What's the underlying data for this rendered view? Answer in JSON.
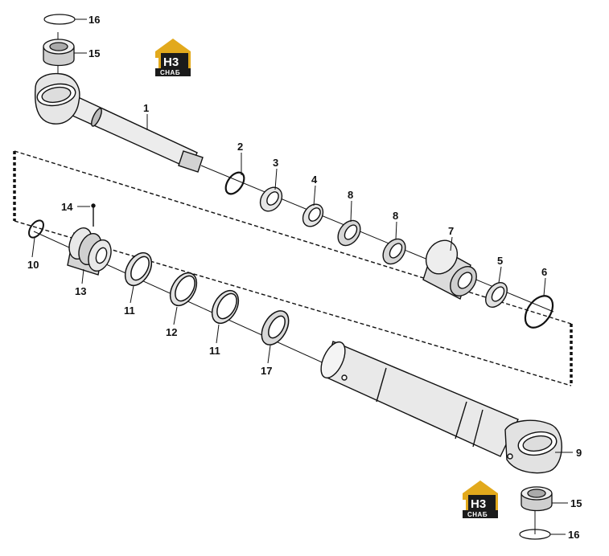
{
  "callouts": {
    "c1": "1",
    "c2": "2",
    "c3": "3",
    "c4": "4",
    "c5": "5",
    "c6": "6",
    "c7": "7",
    "c8a": "8",
    "c8b": "8",
    "c9": "9",
    "c10": "10",
    "c11a": "11",
    "c11b": "11",
    "c12": "12",
    "c13": "13",
    "c14": "14",
    "c15a": "15",
    "c15b": "15",
    "c16a": "16",
    "c16b": "16",
    "c17": "17"
  },
  "logo": {
    "mark": "H3",
    "sub": "CHAБ",
    "colors": {
      "gold": "#e2a91c",
      "dark": "#1b1b1b"
    }
  },
  "colors": {
    "line": "#111111",
    "shade": "#d9d9d9",
    "light": "#eeeeee"
  }
}
